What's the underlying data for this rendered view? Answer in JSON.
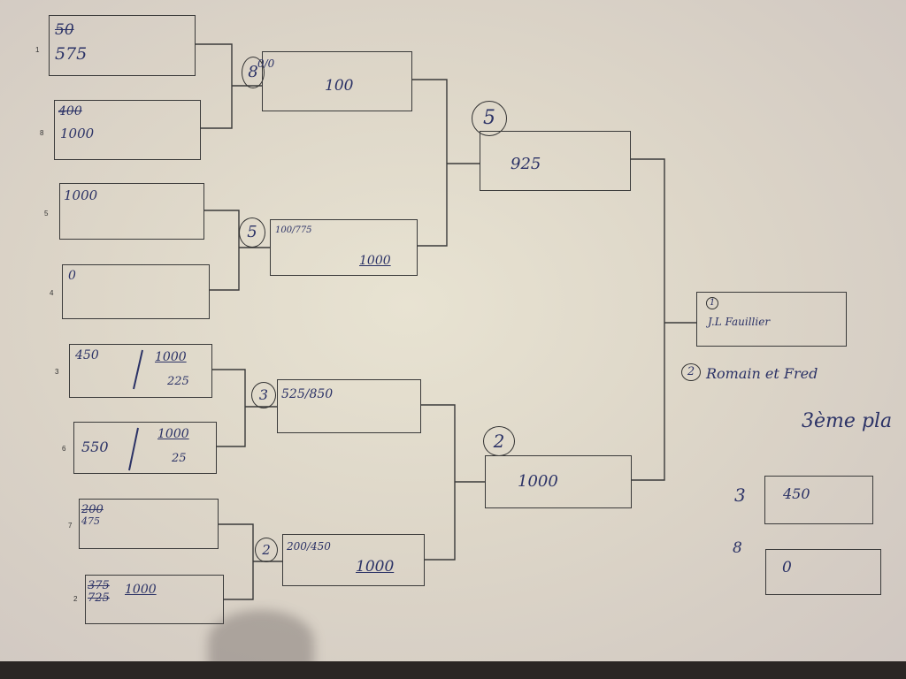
{
  "bracket": {
    "round1": [
      {
        "seed": "1",
        "line1": "50",
        "line2": "575"
      },
      {
        "seed": "8",
        "line1": "400",
        "line2": "1000"
      },
      {
        "seed": "5",
        "line1": "1000"
      },
      {
        "seed": "4",
        "line1": "0"
      },
      {
        "seed": "3",
        "line1": "450",
        "frac_top": "1000",
        "frac_bottom": "225"
      },
      {
        "seed": "6",
        "line1": "550",
        "frac_top": "1000",
        "frac_bottom": "25"
      },
      {
        "seed": "7",
        "line1": "200",
        "line2": "475"
      },
      {
        "seed": "2",
        "line1": "375",
        "line2": "725",
        "extra": "1000"
      }
    ],
    "round2": [
      {
        "winner": "8",
        "line1": "0/0",
        "line2": "100"
      },
      {
        "winner": "5",
        "line1": "100/775",
        "line2": "1000"
      },
      {
        "winner": "3",
        "line1": "525/850"
      },
      {
        "winner": "2",
        "line1": "200/450",
        "line2": "1000"
      }
    ],
    "round3": [
      {
        "winner": "5",
        "value": "925"
      },
      {
        "winner": "2",
        "value": "1000"
      }
    ],
    "final": {
      "place1_mark": "1",
      "champion": "J.L Fauillier"
    },
    "second_place": {
      "mark": "2",
      "text": "Romain et Fred"
    },
    "third_place": {
      "heading": "3ème pla",
      "entries": [
        {
          "seed": "3",
          "value": "450"
        },
        {
          "seed": "8",
          "value": "0"
        }
      ]
    }
  }
}
